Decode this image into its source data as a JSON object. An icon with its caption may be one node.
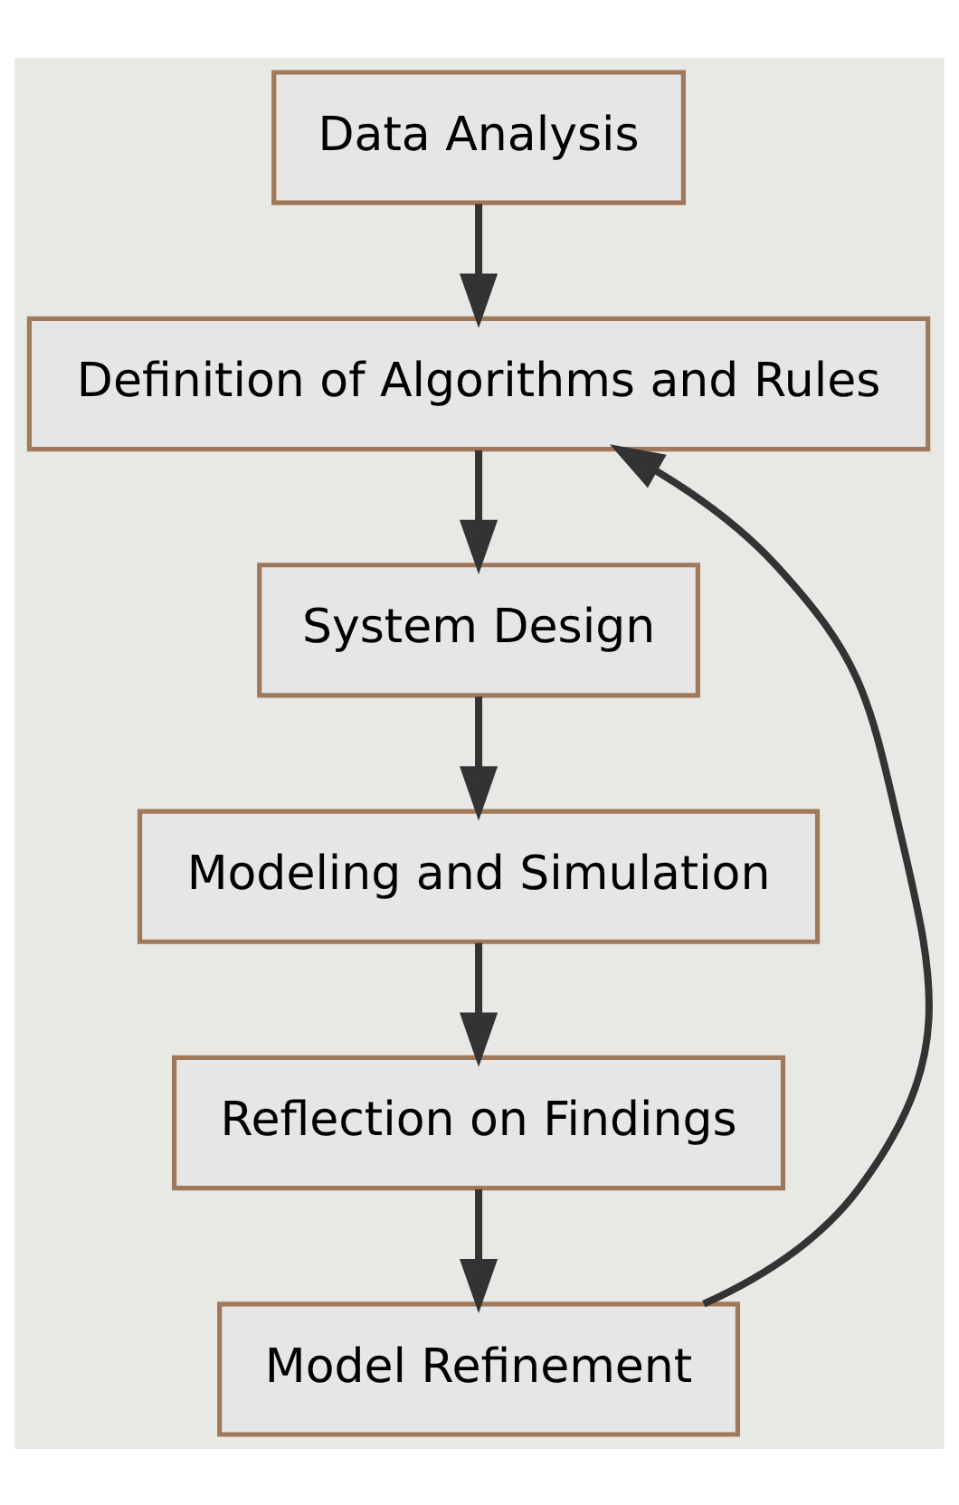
{
  "diagram": {
    "nodes": [
      {
        "text": [
          "Data Analysis"
        ]
      },
      {
        "text": [
          "Definition of Algorithms and Rules"
        ]
      },
      {
        "text": [
          "System Design"
        ]
      },
      {
        "text": [
          "Modeling and Simulation"
        ]
      },
      {
        "text": [
          "Reflection on Findings"
        ]
      },
      {
        "text": [
          "Model Refinement"
        ]
      }
    ],
    "edges": [
      {
        "from": 0,
        "to": 1,
        "arrow": "to"
      },
      {
        "from": 1,
        "to": 2,
        "arrow": "to"
      },
      {
        "from": 2,
        "to": 3,
        "arrow": "to"
      },
      {
        "from": 3,
        "to": 4,
        "arrow": "to"
      },
      {
        "from": 4,
        "to": 5,
        "arrow": "to"
      },
      {
        "from": 5,
        "to": 1,
        "arrow": "to"
      }
    ]
  }
}
